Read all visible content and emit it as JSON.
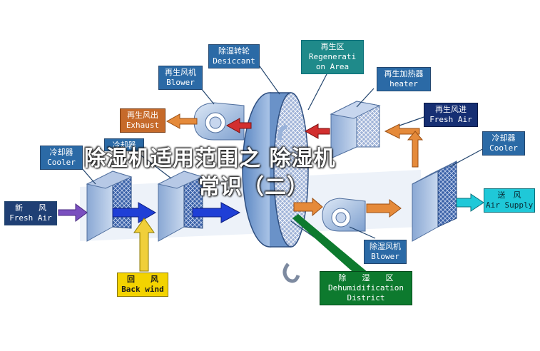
{
  "title_line1": "除湿机适用范围之 除湿机",
  "title_line2": "常识（二）",
  "labels": {
    "desiccant": {
      "zh": "除湿转轮",
      "en": "Desiccant"
    },
    "regen_area": {
      "zh": "再生区",
      "en1": "Regenerati",
      "en2": "on Area"
    },
    "regen_blower": {
      "zh": "再生风机",
      "en": "Blower"
    },
    "regen_heater": {
      "zh": "再生加热器",
      "en": "heater"
    },
    "regen_exhaust": {
      "zh": "再生风出",
      "en": "Exhaust"
    },
    "regen_fresh": {
      "zh": "再生风进",
      "en": "Fresh Air"
    },
    "cooler_left": {
      "zh": "冷却器",
      "en": "Cooler"
    },
    "cooler_mid": {
      "zh": "冷却器"
    },
    "cooler_right": {
      "zh": "冷却器",
      "en": "Cooler"
    },
    "fresh_air": {
      "zh": "新　　风",
      "en": "Fresh Air"
    },
    "air_supply": {
      "zh": "送　风",
      "en": "Air Supply"
    },
    "process_blower": {
      "zh": "除湿风机",
      "en": "Blower"
    },
    "back_wind": {
      "zh": "回　　风",
      "en": "Back wind"
    },
    "dehum_district": {
      "zh": "除　　湿　　区",
      "en1": "Dehumidification",
      "en2": "District"
    }
  },
  "colors": {
    "label_blue": "#2b6aa6",
    "exhaust_orange": "#c66a2a",
    "supply_teal": "#18a8b8",
    "return_yellow": "#f3d300",
    "dehum_green": "#0d7a2e",
    "flow_blue": "#1f3fd6",
    "flow_red": "#d22f2f",
    "flow_orange": "#e58a3a"
  }
}
